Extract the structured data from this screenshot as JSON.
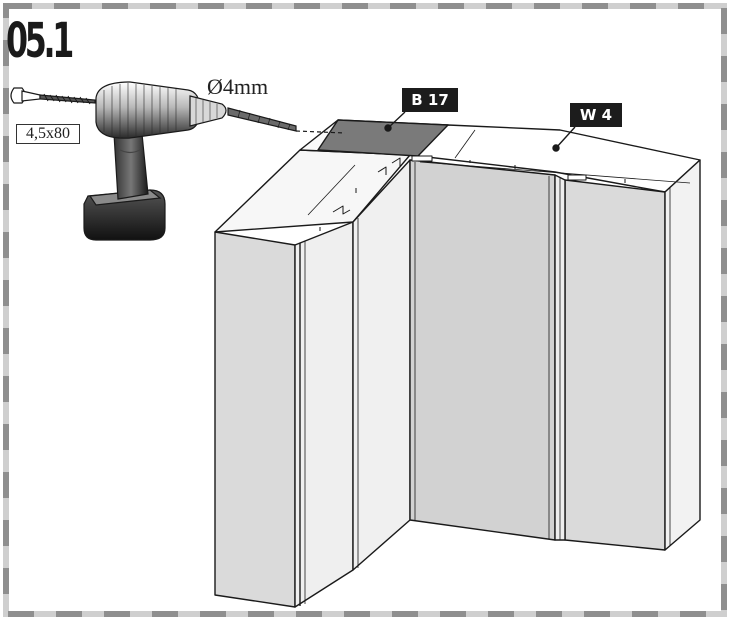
{
  "step": {
    "number": "05.1"
  },
  "tool": {
    "name": "cordless-drill",
    "drill_bit_size": "Ø4mm"
  },
  "screw": {
    "size": "4,5x80"
  },
  "parts": [
    {
      "id": "B 17"
    },
    {
      "id": "W 4"
    }
  ],
  "colors": {
    "frame": "#aaaaaa",
    "panel_front": "#d9d9d9",
    "panel_side": "#f2f2f2",
    "top_surface": "#ffffff",
    "highlight_part": "#777777",
    "outline": "#1a1a1a",
    "label_bg": "#1c1c1c",
    "label_text": "#ffffff"
  }
}
